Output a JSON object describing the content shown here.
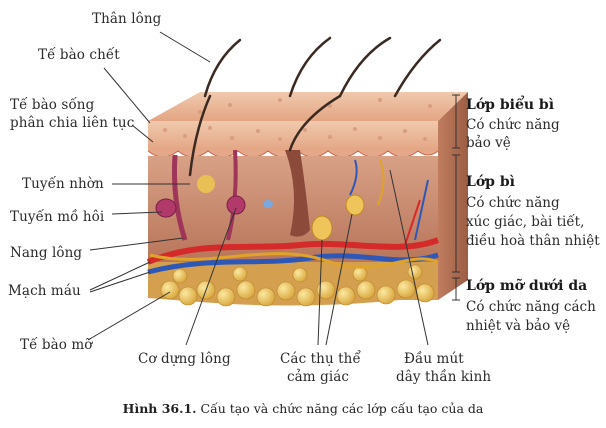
{
  "labels": {
    "than_long": "Thân lông",
    "te_bao_chet": "Tế bào chết",
    "te_bao_song_1": "Tế bào sống",
    "te_bao_song_2": "phân chia liên tục",
    "tuyen_nhon": "Tuyến nhờn",
    "tuyen_mo_hoi": "Tuyến mồ hôi",
    "nang_long": "Nang lông",
    "mach_mau": "Mạch máu",
    "te_bao_mo": "Tế bào mỡ",
    "co_dung_long": "Cơ dựng lông",
    "thu_the_1": "Các thụ thể",
    "thu_the_2": "cảm giác",
    "dau_mut_1": "Đầu mút",
    "dau_mut_2": "dây thần kinh"
  },
  "layers": [
    {
      "title": "Lớp biểu bì",
      "desc_1": "Có chức năng",
      "desc_2": "bảo vệ"
    },
    {
      "title": "Lớp bì",
      "desc_1": "Có chức năng",
      "desc_2": "xúc giác, bài tiết,",
      "desc_3": "điều hoà thân nhiệt"
    },
    {
      "title": "Lớp mỡ dưới da",
      "desc_1": "Có chức năng cách",
      "desc_2": "nhiệt và bảo vệ"
    }
  ],
  "caption": {
    "number": "Hình 36.1.",
    "text": "Cấu tạo và chức năng các lớp cấu tạo của da"
  },
  "colors": {
    "epidermis": "#e9b392",
    "dermis": "#c98a6e",
    "fat": "#e7c25a",
    "artery": "#d52a2a",
    "vein": "#2e58b8",
    "nerve": "#e0a32a"
  }
}
